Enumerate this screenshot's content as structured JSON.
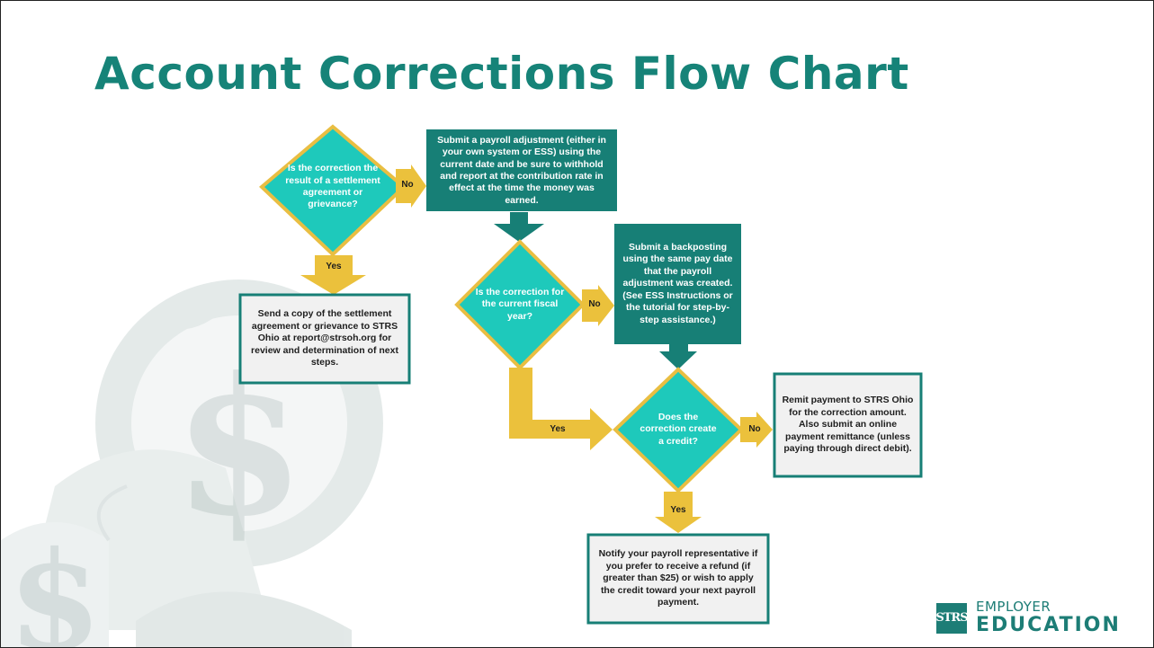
{
  "slide": {
    "title": "Account Corrections Flow Chart"
  },
  "flow": {
    "q_settlement": "Is the correction the result of a settlement agreement or grievance?",
    "box_payroll_adjustment": "Submit a payroll adjustment (either in your own system or ESS) using the current date and be sure to withhold and report at the contribution rate in effect at the time the money was earned.",
    "box_send_copy": "Send a copy of the settlement agreement or grievance to STRS Ohio at report@strsoh.org for review and determination of next steps.",
    "q_fiscal_year": "Is the correction for the current fiscal year?",
    "box_backposting": "Submit a backposting using the same pay date that the payroll adjustment was created. (See ESS Instructions or the tutorial for step-by-step assistance.)",
    "q_credit": "Does the correction create a credit?",
    "box_remit": "Remit payment to STRS Ohio for the correction amount. Also submit an online payment remittance (unless paying through direct debit).",
    "box_notify": "Notify your payroll representative if you prefer to receive a refund (if greater than $25) or wish to apply the credit toward your next payroll payment.",
    "label_no_1": "No",
    "label_yes_1": "Yes",
    "label_no_2": "No",
    "label_yes_2": "Yes",
    "label_no_3": "No",
    "label_yes_3": "Yes"
  },
  "branding": {
    "logo_mark": "STRS",
    "line1": "EMPLOYER",
    "line2": "EDUCATION"
  },
  "colors": {
    "title": "#168378",
    "diamond": "#1ec9bb",
    "diamond_border": "#e9be42",
    "dark_box": "#177f76",
    "light_box_fill": "#f1f1f1",
    "light_box_border": "#177f76",
    "arrow_yellow": "#ebc13c",
    "arrow_teal": "#177f76"
  },
  "icons": [
    "apple-dollar-watermark-icon",
    "strs-logo-icon"
  ]
}
